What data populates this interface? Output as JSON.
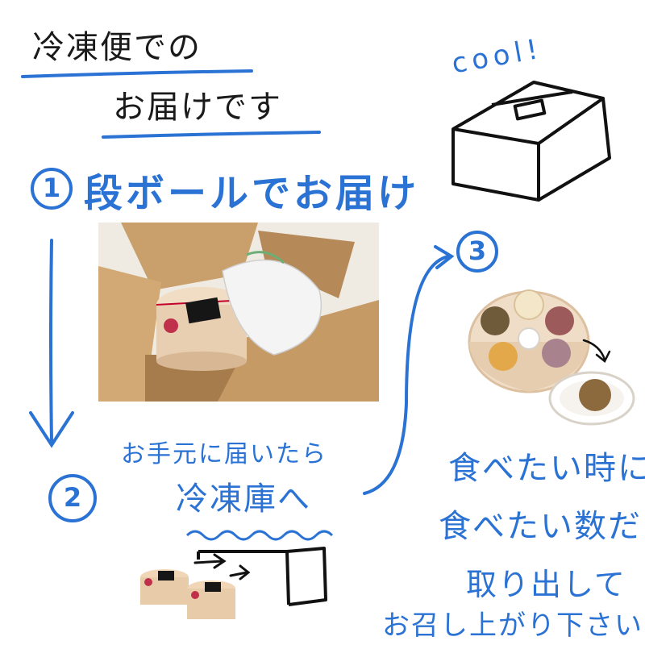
{
  "header": {
    "line1": "冷凍便での",
    "line2": "お届けです"
  },
  "cool_label": "cool!",
  "steps": [
    {
      "number": "1",
      "label": "段ボールでお届け"
    },
    {
      "number": "2",
      "label_line1": "お手元に届いたら",
      "label_line2": "冷凍庫へ"
    },
    {
      "number": "3"
    }
  ],
  "caption": {
    "line1": "食べたい時に",
    "line2": "食べたい数だけ",
    "line3": "取り出して",
    "line4": "お召し上がり下さい"
  },
  "colors": {
    "ink_blue": "#2a72d4",
    "ink_black": "#1a1a1a",
    "cardboard": "#c9a06c"
  }
}
